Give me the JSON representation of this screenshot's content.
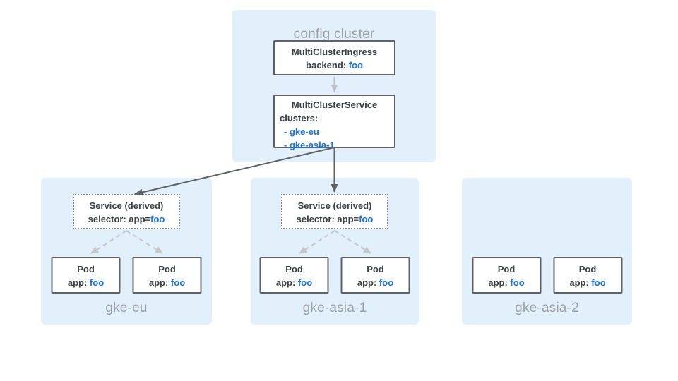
{
  "colors": {
    "panel_background": "#e2f0fb",
    "node_border": "#5f6368",
    "node_text": "#3c4043",
    "accent_blue": "#1a73e8",
    "muted_label": "#9aa0a6",
    "light_arrow": "#bdc1c6",
    "dashed_arrow": "#c4c7cb"
  },
  "config_cluster": {
    "title": "config cluster",
    "ingress": {
      "name": "MultiClusterIngress",
      "backend_label": "backend:",
      "backend_value": "foo"
    },
    "service": {
      "name": "MultiClusterService",
      "clusters_label": "clusters:",
      "items": [
        {
          "prefix": "-",
          "name": "gke-eu"
        },
        {
          "prefix": "-",
          "name": "gke-asia-1"
        }
      ]
    }
  },
  "clusters": [
    {
      "name": "gke-eu",
      "derived_service": {
        "title": "Service (derived)",
        "selector_label": "selector: app=",
        "selector_value": "foo"
      },
      "pods": [
        {
          "title": "Pod",
          "app_label": "app:",
          "app_value": "foo"
        },
        {
          "title": "Pod",
          "app_label": "app:",
          "app_value": "foo"
        }
      ]
    },
    {
      "name": "gke-asia-1",
      "derived_service": {
        "title": "Service (derived)",
        "selector_label": "selector: app=",
        "selector_value": "foo"
      },
      "pods": [
        {
          "title": "Pod",
          "app_label": "app:",
          "app_value": "foo"
        },
        {
          "title": "Pod",
          "app_label": "app:",
          "app_value": "foo"
        }
      ]
    },
    {
      "name": "gke-asia-2",
      "pods": [
        {
          "title": "Pod",
          "app_label": "app:",
          "app_value": "foo"
        },
        {
          "title": "Pod",
          "app_label": "app:",
          "app_value": "foo"
        }
      ]
    }
  ]
}
